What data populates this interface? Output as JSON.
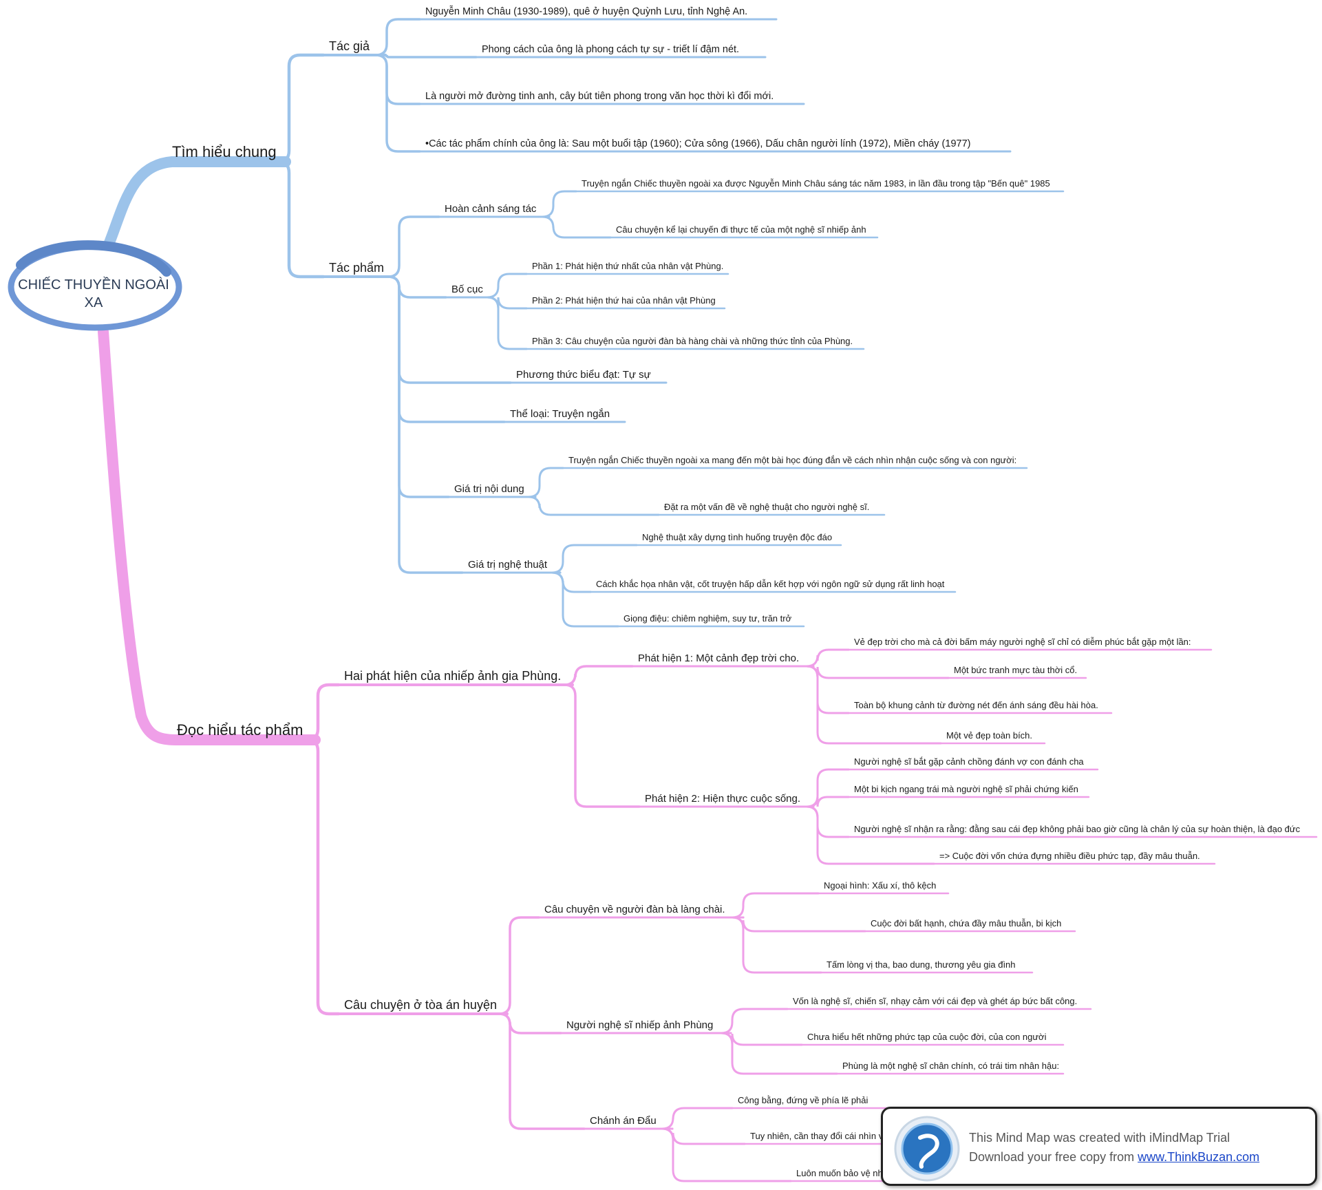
{
  "center": {
    "line1": "CHIẾC THUYỀN NGOÀI",
    "line2": "XA"
  },
  "colors": {
    "blue": "#9cc3ea",
    "blue_dark": "#5d87c8",
    "pink": "#ef9fe8"
  },
  "nodes": [
    {
      "id": "n1",
      "text": "Tìm hiểu chung"
    },
    {
      "id": "n1a",
      "text": "Tác giả"
    },
    {
      "id": "n1a1",
      "text": "Nguyễn Minh Châu (1930-1989), quê ở huyện Quỳnh Lưu, tỉnh Nghệ An."
    },
    {
      "id": "n1a2",
      "text": "Phong cách của ông là phong cách tự sự - triết lí đậm nét."
    },
    {
      "id": "n1a3",
      "text": "Là người mở đường tinh anh, cây bút tiên phong trong văn học thời kì đổi mới."
    },
    {
      "id": "n1a4",
      "text": "•Các tác phẩm chính của ông là: Sau một buổi tập (1960); Cửa sông (1966), Dấu chân người lính (1972), Miền cháy (1977)"
    },
    {
      "id": "n1b",
      "text": "Tác phẩm"
    },
    {
      "id": "n1b1",
      "text": "Hoàn cảnh sáng tác"
    },
    {
      "id": "n1b1a",
      "text": "Truyện ngắn Chiếc thuyền ngoài xa được Nguyễn Minh Châu sáng tác năm 1983, in lần đầu trong tập \"Bến quê\" 1985"
    },
    {
      "id": "n1b1b",
      "text": "Câu chuyện kể lại chuyến đi thực tế của một nghệ sĩ nhiếp ảnh"
    },
    {
      "id": "n1b2",
      "text": "Bố cục"
    },
    {
      "id": "n1b2a",
      "text": "Phần 1: Phát hiện thứ nhất của nhân vật Phùng."
    },
    {
      "id": "n1b2b",
      "text": "Phần 2: Phát hiện thứ hai của nhân vật Phùng"
    },
    {
      "id": "n1b2c",
      "text": "Phần 3: Câu chuyện của người đàn bà hàng chài và những thức tỉnh của Phùng."
    },
    {
      "id": "n1b3",
      "text": "Phương thức biểu đạt: Tự sự"
    },
    {
      "id": "n1b4",
      "text": "Thể loại: Truyện ngắn"
    },
    {
      "id": "n1b5",
      "text": "Giá trị nội dung"
    },
    {
      "id": "n1b5a",
      "text": "Truyện ngắn Chiếc thuyền ngoài xa mang đến một bài học đúng đắn về cách nhìn nhận cuộc sống và con người:"
    },
    {
      "id": "n1b5b",
      "text": "Đặt ra một vấn đề về nghệ thuật cho người nghệ sĩ."
    },
    {
      "id": "n1b6",
      "text": "Giá trị nghệ thuật"
    },
    {
      "id": "n1b6a",
      "text": "Nghệ thuật xây dựng tình huống truyện độc đáo"
    },
    {
      "id": "n1b6b",
      "text": "Cách khắc họa nhân vật, cốt truyện hấp dẫn kết hợp với ngôn ngữ sử dụng rất linh hoạt"
    },
    {
      "id": "n1b6c",
      "text": "Giọng điệu: chiêm nghiệm, suy tư, trăn trở"
    },
    {
      "id": "n2",
      "text": "Đọc hiểu tác phẩm"
    },
    {
      "id": "n2a",
      "text": "Hai phát hiện của nhiếp ảnh gia Phùng."
    },
    {
      "id": "n2a1",
      "text": "Phát hiện 1: Một cảnh đẹp trời cho."
    },
    {
      "id": "n2a1a",
      "text": "Vẻ đẹp trời cho mà cả đời bấm máy người nghệ sĩ chỉ có diễm phúc bắt gặp một lần:"
    },
    {
      "id": "n2a1b",
      "text": "Một bức tranh mực tàu thời cổ."
    },
    {
      "id": "n2a1c",
      "text": "Toàn bộ khung cảnh từ đường nét đến ánh sáng đều hài hòa."
    },
    {
      "id": "n2a1d",
      "text": "Một vẻ đẹp toàn bích."
    },
    {
      "id": "n2a2",
      "text": "Phát hiện 2: Hiện thực cuộc sống."
    },
    {
      "id": "n2a2a",
      "text": "Người nghệ sĩ bắt gặp cảnh chồng đánh vợ con đánh cha"
    },
    {
      "id": "n2a2b",
      "text": "Một bi kịch ngang trái mà người nghệ sĩ phải chứng kiến"
    },
    {
      "id": "n2a2c",
      "text": "Người nghệ sĩ nhận ra rằng: đằng sau cái đẹp không phải bao giờ cũng là chân lý của sự hoàn thiện, là đạo đức"
    },
    {
      "id": "n2a2d",
      "text": "=> Cuộc đời vốn chứa đựng nhiều điều phức tạp, đầy mâu thuẫn."
    },
    {
      "id": "n2b",
      "text": "Câu chuyện ở tòa án huyện"
    },
    {
      "id": "n2b1",
      "text": "Câu chuyện về người đàn bà làng chài."
    },
    {
      "id": "n2b1a",
      "text": "Ngoại hình: Xấu xí, thô kệch"
    },
    {
      "id": "n2b1b",
      "text": "Cuộc đời bất hạnh, chứa đầy mâu thuẫn, bi kịch"
    },
    {
      "id": "n2b1c",
      "text": "Tấm lòng vị tha, bao dung, thương yêu gia đình"
    },
    {
      "id": "n2b2",
      "text": "Người nghệ sĩ nhiếp ảnh Phùng"
    },
    {
      "id": "n2b2a",
      "text": "Vốn là nghệ sĩ, chiến sĩ, nhạy cảm với cái đẹp và ghét áp bức bất công."
    },
    {
      "id": "n2b2b",
      "text": "Chưa hiểu hết những phức tạp của cuộc đời, của con người"
    },
    {
      "id": "n2b2c",
      "text": "Phùng là một nghệ sĩ chân chính, có trái tim nhân hậu:"
    },
    {
      "id": "n2b3",
      "text": "Chánh án Đẩu"
    },
    {
      "id": "n2b3a",
      "text": "Công bằng, đứng về phía lẽ phải"
    },
    {
      "id": "n2b3b",
      "text": "Tuy nhiên, cần thay đổi cái nhìn v"
    },
    {
      "id": "n2b3c",
      "text": "Luôn muốn bảo vệ những"
    }
  ],
  "watermark": {
    "line1": "This Mind Map was created with iMindMap Trial",
    "line2_prefix": "Download your free copy from ",
    "link": "www.ThinkBuzan.com"
  }
}
